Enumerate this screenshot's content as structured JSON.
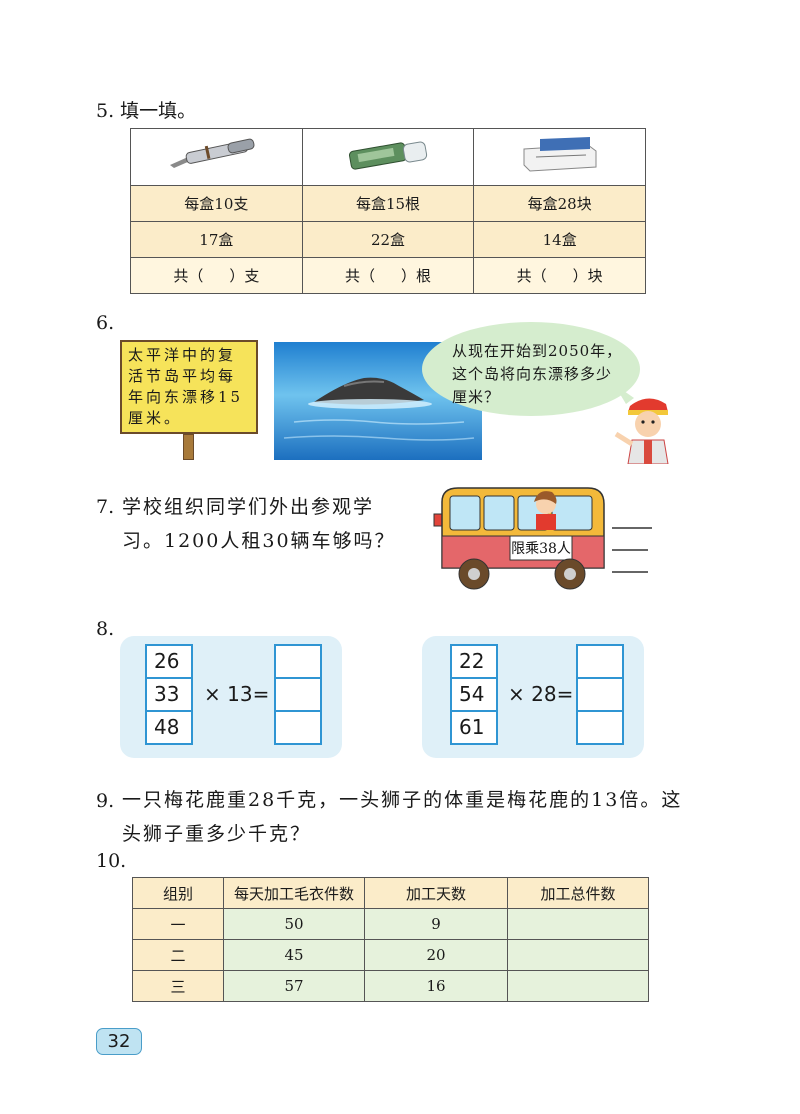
{
  "q5": {
    "label": "5. 填一填。",
    "columns": [
      {
        "icon": "fountain-pen-icon",
        "per_box": "每盒10支",
        "boxes": "17盒",
        "total_prefix": "共（",
        "total_suffix": "）支"
      },
      {
        "icon": "glue-stick-icon",
        "per_box": "每盒15根",
        "boxes": "22盒",
        "total_prefix": "共（",
        "total_suffix": "）根"
      },
      {
        "icon": "eraser-icon",
        "per_box": "每盒28块",
        "boxes": "14盒",
        "total_prefix": "共（",
        "total_suffix": "）块"
      }
    ]
  },
  "q6": {
    "label": "6.",
    "sign_lines": [
      "太平洋中的复",
      "活节岛平均每",
      "年向东漂移15",
      "厘米。"
    ],
    "bubble_lines": [
      "从现在开始到2050年，",
      "这个岛将向东漂移多少",
      "厘米？"
    ]
  },
  "q7": {
    "label": "7.",
    "lines": [
      "学校组织同学们外出参观学",
      "习。1200人租30辆车够吗？"
    ],
    "bus_sign": "限乘38人"
  },
  "q8": {
    "label": "8.",
    "left": {
      "numbers": [
        "26",
        "33",
        "48"
      ],
      "op": "× 13="
    },
    "right": {
      "numbers": [
        "22",
        "54",
        "61"
      ],
      "op": "× 28="
    }
  },
  "q9": {
    "label": "9.",
    "lines": [
      "一只梅花鹿重28千克，一头狮子的体重是梅花鹿的13倍。这",
      "头狮子重多少千克？"
    ]
  },
  "q10": {
    "label": "10.",
    "headers": [
      "组别",
      "每天加工毛衣件数",
      "加工天数",
      "加工总件数"
    ],
    "rows": [
      [
        "一",
        "50",
        "9",
        ""
      ],
      [
        "二",
        "45",
        "20",
        ""
      ],
      [
        "三",
        "57",
        "16",
        ""
      ]
    ]
  },
  "page_number": "32"
}
